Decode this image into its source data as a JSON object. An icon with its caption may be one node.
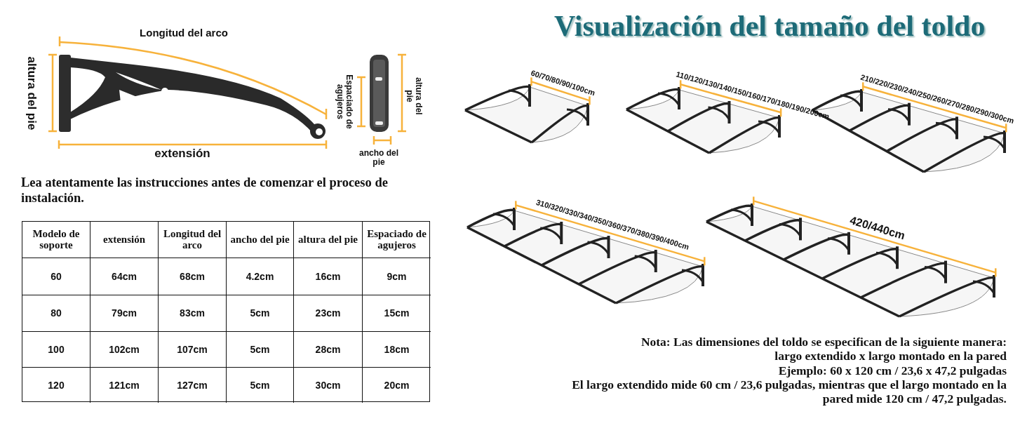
{
  "diagram": {
    "title": "Visualización del tamaño del toldo",
    "labels": [
      "Longitud del arco",
      "altura del pie",
      "Espaciado de agujeros",
      "altura del pie",
      "extensión",
      "ancho del pie",
      "Lea atentamente las instrucciones antes de comenzar el proceso de instalación.",
      "Modelo de soporte",
      "extensión",
      "Longitud del arco",
      "ancho del pie",
      "altura del pie",
      "Espaciado de agujeros",
      "60",
      "64cm",
      "68cm",
      "4.2cm",
      "16cm",
      "9cm",
      "80",
      "79cm",
      "83cm",
      "5cm",
      "23cm",
      "15cm",
      "100",
      "102cm",
      "107cm",
      "5cm",
      "28cm",
      "18cm",
      "120",
      "121cm",
      "127cm",
      "5cm",
      "30cm",
      "20cm",
      "60/70/80/90/100cm",
      "110/120/130/140/150/160/170/180/190/200cm",
      "210/220/230/240/250/260/270/280/290/300cm",
      "310/320/330/340/350/360/370/380/390/400cm",
      "420/440cm",
      "Nota: Las dimensiones del toldo se especifican de la siguiente manera:",
      "largo extendido x largo montado en la pared",
      "Ejemplo: 60 x 120 cm / 23,6 x 47,2 pulgadas",
      "El largo extendido mide 60 cm / 23,6 pulgadas, mientras que el largo montado en la pared mide 120 cm / 47,2 pulgadas."
    ]
  }
}
